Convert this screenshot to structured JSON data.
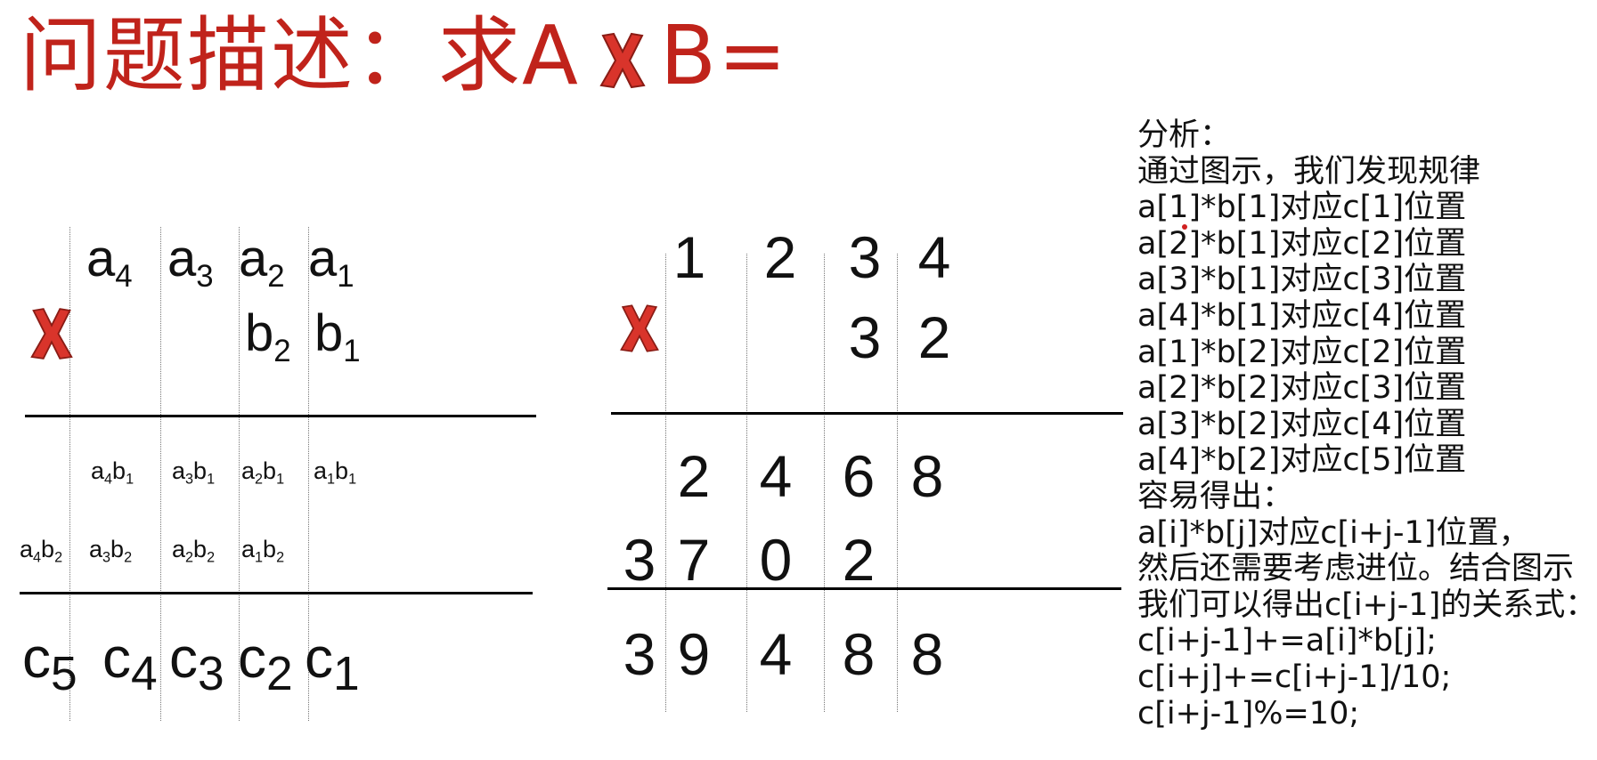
{
  "title": {
    "prefix": "问题描述：求A",
    "suffix": "B="
  },
  "left_diagram": {
    "multiplicand": [
      "a4",
      "a3",
      "a2",
      "a1"
    ],
    "multiplier": [
      "b2",
      "b1"
    ],
    "partial_row1": [
      "a4b1",
      "a3b1",
      "a2b1",
      "a1b1"
    ],
    "partial_row2": [
      "a4b2",
      "a3b2",
      "a2b2",
      "a1b2"
    ],
    "result": [
      "c5",
      "c4",
      "c3",
      "c2",
      "c1"
    ]
  },
  "right_diagram": {
    "multiplicand": [
      "1",
      "2",
      "3",
      "4"
    ],
    "multiplier": [
      "3",
      "2"
    ],
    "partial_row1": [
      "2",
      "4",
      "6",
      "8"
    ],
    "partial_row2": [
      "3",
      "7",
      "0",
      "2"
    ],
    "result": [
      "3",
      "9",
      "4",
      "8",
      "8"
    ]
  },
  "analysis": [
    "分析：",
    "通过图示，我们发现规律",
    "a[1]*b[1]对应c[1]位置",
    "a[2]*b[1]对应c[2]位置",
    "a[3]*b[1]对应c[3]位置",
    "a[4]*b[1]对应c[4]位置",
    "a[1]*b[2]对应c[2]位置",
    "a[2]*b[2]对应c[3]位置",
    "a[3]*b[2]对应c[4]位置",
    "a[4]*b[2]对应c[5]位置",
    "容易得出：",
    "a[i]*b[j]对应c[i+j-1]位置，",
    "然后还需要考虑进位。结合图示",
    "我们可以得出c[i+j-1]的关系式：",
    "c[i+j-1]+=a[i]*b[j];",
    "c[i+j]+=c[i+j-1]/10;",
    "c[i+j-1]%=10;"
  ],
  "colors": {
    "title": "#c0231b",
    "cross": "#d9342b"
  }
}
